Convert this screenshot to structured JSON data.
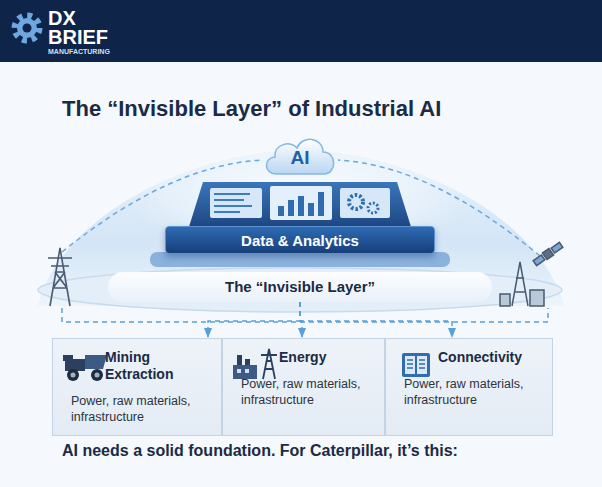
{
  "diagram": {
    "title": "The “Invisible Layer” of Industrial AI",
    "caption": "AI needs a solid foundation. For Caterpillar, it’s this:",
    "nodes": [
      {
        "text": [
          "AI"
        ]
      },
      {
        "text": [
          "Data & Analytics"
        ]
      },
      {
        "text": [
          "The “Invisible Layer”"
        ]
      },
      {
        "text": [
          "Mining Extraction",
          "Power, raw materials, infrastructure"
        ]
      },
      {
        "text": [
          "Energy",
          "Power, raw materials, infrastructure"
        ]
      },
      {
        "text": [
          "Connectivity",
          "Power, raw materials, infrastructure"
        ]
      }
    ],
    "edges": [
      {
        "from": 2,
        "to": 3,
        "arrow": "to"
      },
      {
        "from": 2,
        "to": 4,
        "arrow": "to"
      },
      {
        "from": 2,
        "to": 5,
        "arrow": "to"
      }
    ],
    "labels": [
      "DX",
      "BRIEF",
      "MANUFACTURING"
    ]
  }
}
